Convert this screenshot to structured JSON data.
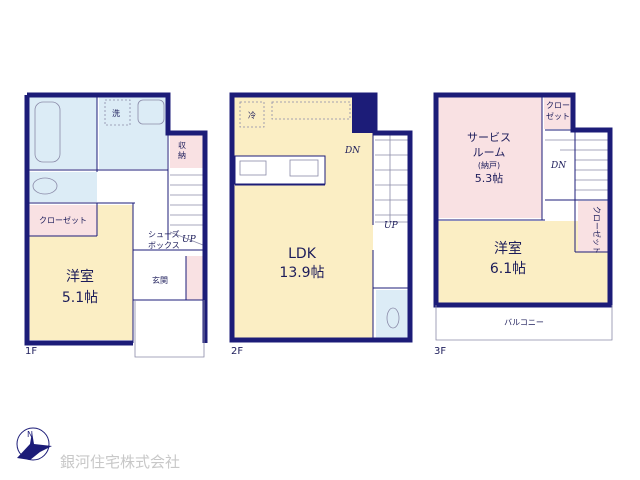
{
  "floors": [
    {
      "label": "1F",
      "rooms": {
        "bedroom": {
          "name": "洋室",
          "size": "5.1帖"
        },
        "closet": "クローゼット",
        "storage": "収納",
        "washroom": "洗",
        "entrance": "玄関",
        "shoebox": "シューズ\nボックス",
        "shoebox_line1": "シューズ",
        "shoebox_line2": "ボックス",
        "stairs": "UP"
      }
    },
    {
      "label": "2F",
      "rooms": {
        "ldk": {
          "name": "LDK",
          "size": "13.9帖"
        },
        "fridge": "冷",
        "stairs_down": "DN",
        "stairs_up": "UP"
      }
    },
    {
      "label": "3F",
      "rooms": {
        "service": {
          "name_line1": "サービス",
          "name_line2": "ルーム",
          "note": "(納戸)",
          "size": "5.3帖"
        },
        "closet_top": "クローゼット",
        "closet_right": "クローゼット",
        "bedroom": {
          "name": "洋室",
          "size": "6.1帖"
        },
        "balcony": "バルコニー",
        "stairs_down": "DN"
      }
    }
  ],
  "company": "銀河住宅株式会社",
  "compass": "N",
  "colors": {
    "wall": "#1c1c78",
    "wet": "#dcecf6",
    "closet": "#f9e1e3",
    "room": "#fbeec4"
  }
}
